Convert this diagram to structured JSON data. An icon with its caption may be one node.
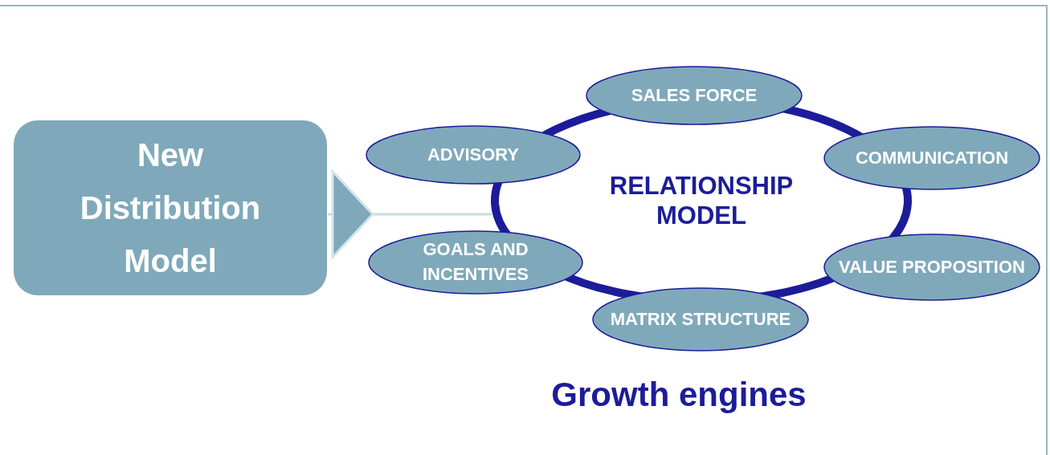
{
  "diagram": {
    "caption": "Growth engines",
    "nodes": [
      {
        "text": [
          "New Distribution Model"
        ]
      },
      {
        "text": [
          "RELATIONSHIP MODEL"
        ]
      },
      {
        "text": [
          "SALES FORCE"
        ]
      },
      {
        "text": [
          "ADVISORY"
        ]
      },
      {
        "text": [
          "COMMUNICATION"
        ]
      },
      {
        "text": [
          "GOALS AND INCENTIVES"
        ]
      },
      {
        "text": [
          "VALUE PROPOSITION"
        ]
      },
      {
        "text": [
          "MATRIX STRUCTURE"
        ]
      }
    ],
    "edges": [
      {
        "from": 0,
        "to": 1,
        "arrow": "to"
      }
    ]
  }
}
